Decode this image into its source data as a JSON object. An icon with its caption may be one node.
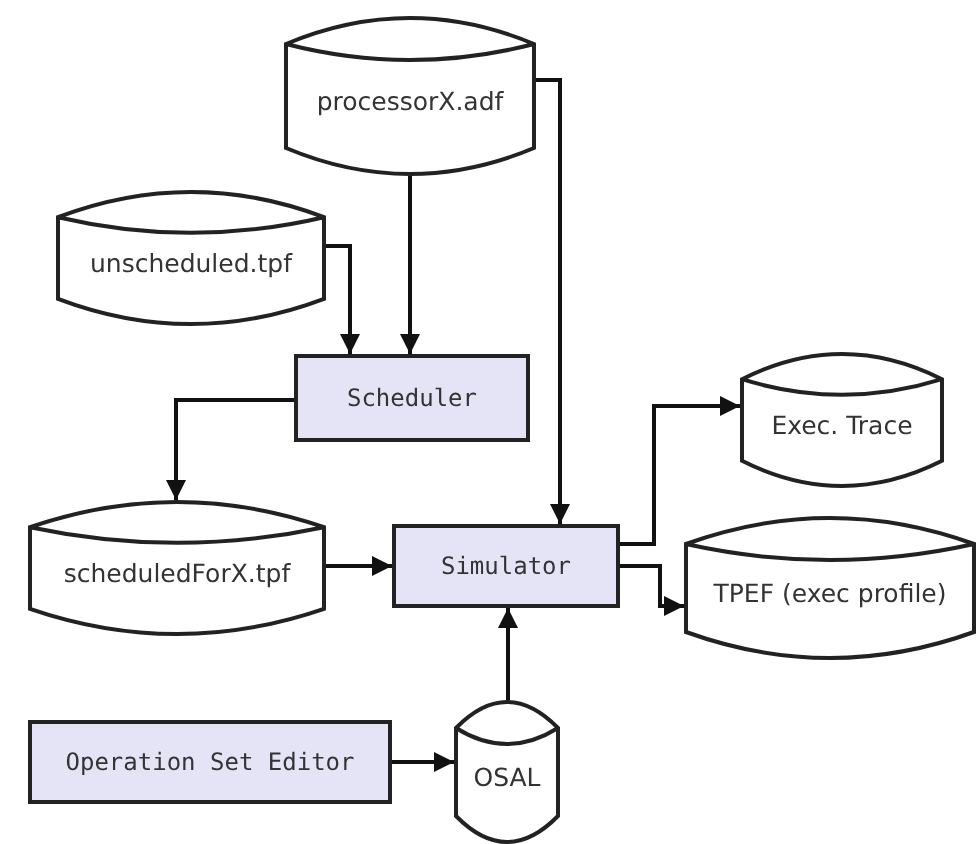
{
  "diagram": {
    "nodes": [
      {
        "text": [
          "processorX.adf"
        ]
      },
      {
        "text": [
          "unscheduled.tpf"
        ]
      },
      {
        "text": [
          "Scheduler"
        ]
      },
      {
        "text": [
          "scheduledForX.tpf"
        ]
      },
      {
        "text": [
          "Simulator"
        ]
      },
      {
        "text": [
          "Exec. Trace"
        ]
      },
      {
        "text": [
          "TPEF (exec profile)"
        ]
      },
      {
        "text": [
          "Operation Set Editor"
        ]
      },
      {
        "text": [
          "OSAL"
        ]
      }
    ],
    "edges": [
      {
        "from": 0,
        "to": 2,
        "arrow": "to"
      },
      {
        "from": 0,
        "to": 4,
        "arrow": "to"
      },
      {
        "from": 1,
        "to": 2,
        "arrow": "to"
      },
      {
        "from": 2,
        "to": 3,
        "arrow": "to"
      },
      {
        "from": 3,
        "to": 4,
        "arrow": "to"
      },
      {
        "from": 4,
        "to": 5,
        "arrow": "to"
      },
      {
        "from": 4,
        "to": 6,
        "arrow": "to"
      },
      {
        "from": 8,
        "to": 4,
        "arrow": "to"
      },
      {
        "from": 7,
        "to": 8,
        "arrow": "to"
      }
    ]
  }
}
